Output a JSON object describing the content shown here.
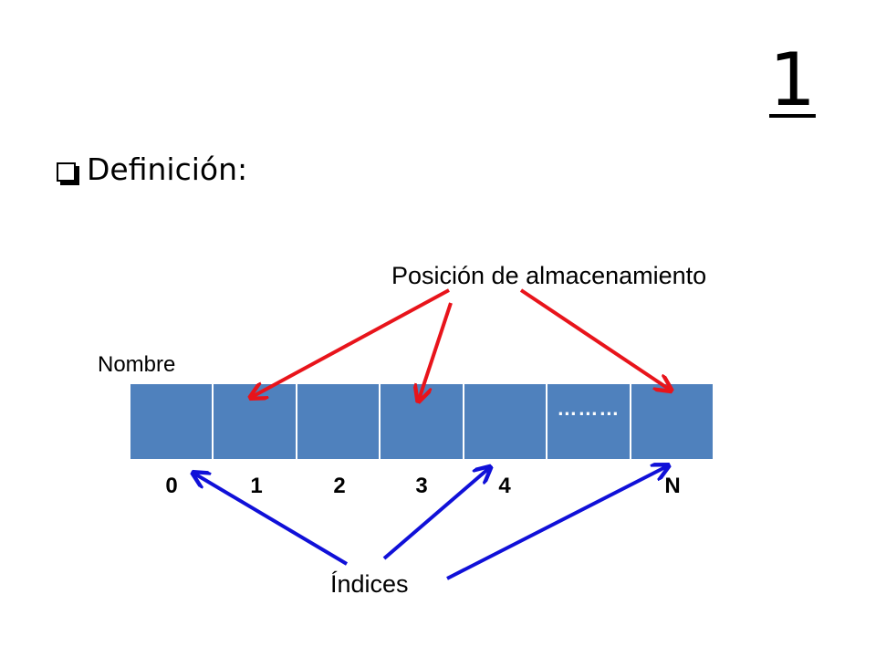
{
  "slide_number": "1",
  "heading": "Definición:",
  "labels": {
    "name": "Nombre",
    "storage_position": "Posición de almacenamiento",
    "indices": "Índices"
  },
  "array": {
    "cells": [
      "",
      "",
      "",
      "",
      "",
      "………",
      ""
    ],
    "indices": [
      "0",
      "1",
      "2",
      "3",
      "4",
      "N"
    ]
  },
  "colors": {
    "cell_fill": "#4f81bd",
    "storage_arrow": "#e8141b",
    "index_arrow": "#1010d8"
  }
}
